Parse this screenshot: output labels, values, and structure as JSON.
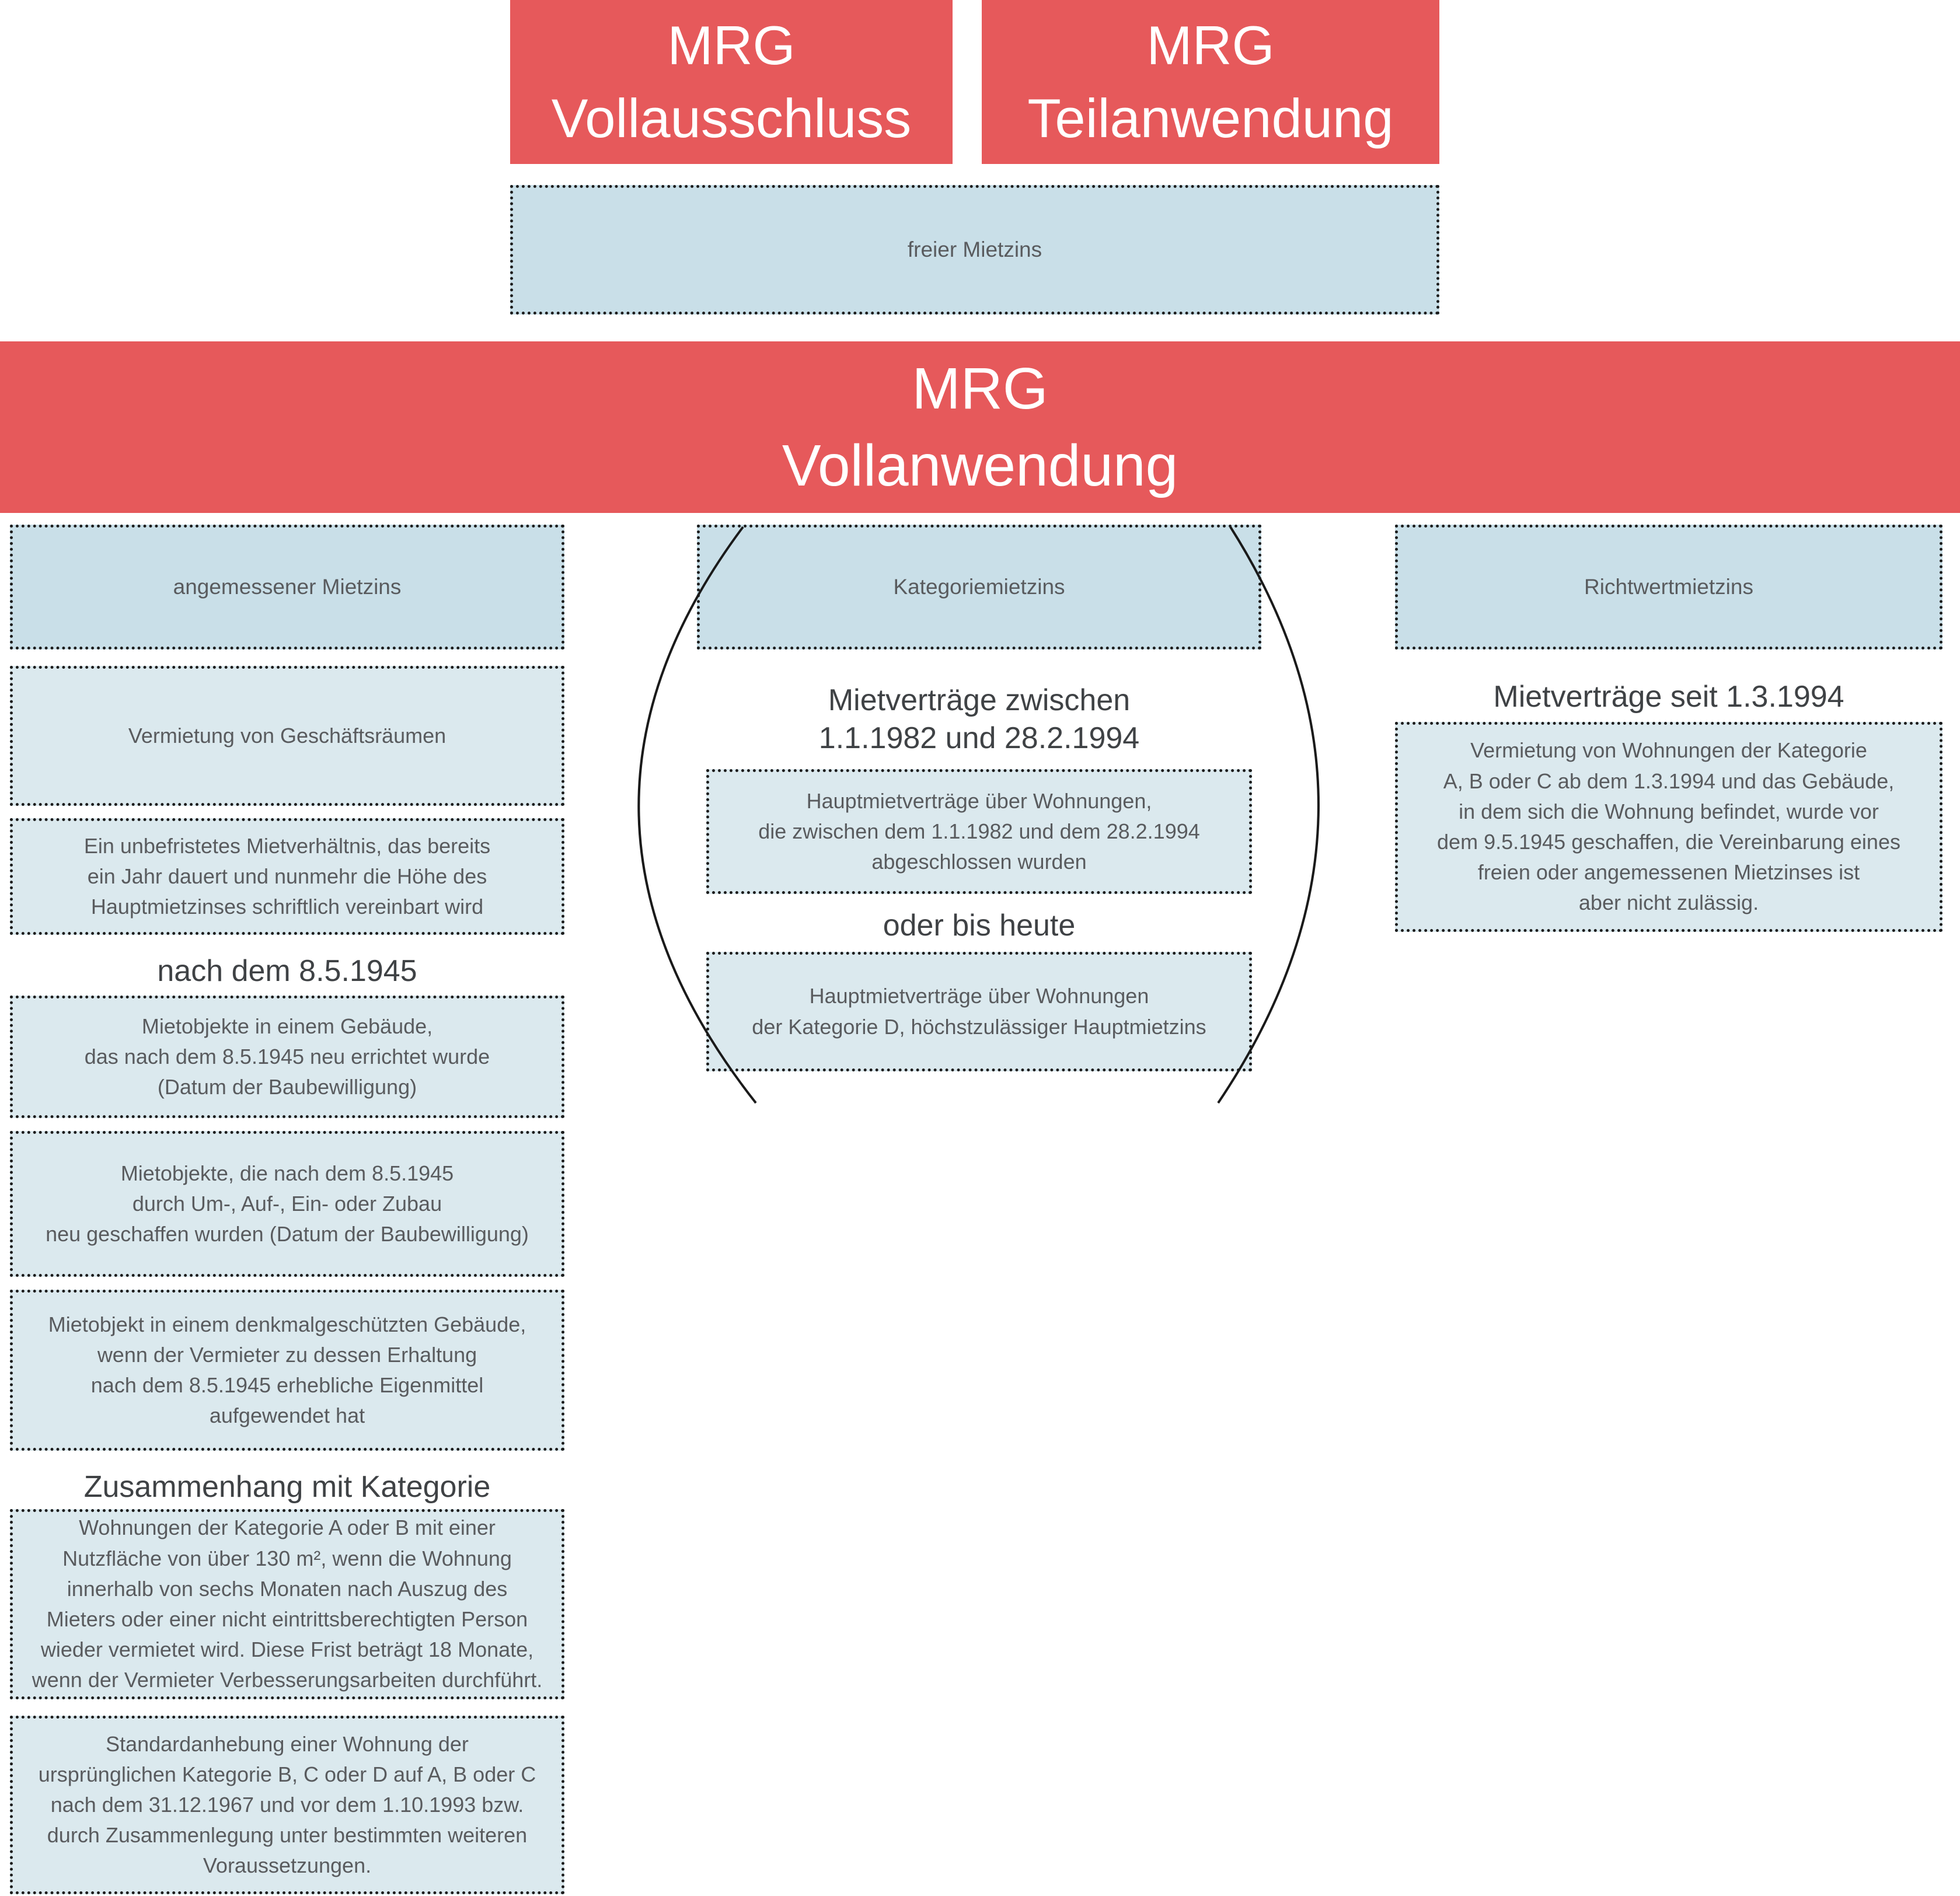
{
  "colors": {
    "red": "#e6595b",
    "blue-header": "#c9dfe8",
    "blue-content": "#dbe9ee",
    "ink": "#1c1c1c",
    "text": "#595b5e"
  },
  "top": {
    "vollausschluss": "MRG\nVollausschluss",
    "teilanwendung": "MRG\nTeilanwendung",
    "freier_mietzins": "freier Mietzins"
  },
  "banner": {
    "vollanwendung": "MRG\nVollanwendung"
  },
  "left": {
    "header": "angemessener Mietzins",
    "box_geschaeftsraeume": "Vermietung von Geschäftsräumen",
    "box_unbefristet": "Ein unbefristetes Mietverhältnis, das bereits\nein Jahr dauert und nunmehr die Höhe des\nHauptmietzinses schriftlich vereinbart wird",
    "heading_1945": "nach dem 8.5.1945",
    "box_neu_errichtet": "Mietobjekte in einem Gebäude,\ndas nach dem 8.5.1945 neu errichtet wurde\n(Datum der Baubewilligung)",
    "box_zubau": "Mietobjekte, die nach dem 8.5.1945\ndurch Um-, Auf-, Ein- oder Zubau\nneu geschaffen wurden (Datum der Baubewilligung)",
    "box_denkmal": "Mietobjekt in einem denkmalgeschützten Gebäude,\nwenn der Vermieter zu dessen Erhaltung\nnach dem 8.5.1945 erhebliche Eigenmittel\naufgewendet hat",
    "heading_kategorie": "Zusammenhang mit Kategorie",
    "box_130m2": "Wohnungen der Kategorie A oder B mit einer\nNutzfläche von über 130 m², wenn die Wohnung\ninnerhalb von sechs Monaten nach Auszug des\nMieters oder einer nicht eintrittsberechtigten Person\nwieder vermietet wird. Diese Frist beträgt 18 Monate,\nwenn der Vermieter Verbesserungsarbeiten durchführt.",
    "box_standardanhebung": "Standardanhebung einer Wohnung der\nursprünglichen Kategorie B, C oder D auf A, B oder C\nnach dem 31.12.1967 und vor dem 1.10.1993 bzw.\ndurch Zusammenlegung unter bestimmten weiteren\nVoraussetzungen."
  },
  "middle": {
    "header": "Kategoriemietzins",
    "heading_zeitraum": "Mietverträge zwischen\n1.1.1982 und 28.2.1994",
    "box_hauptmietvertraege": "Hauptmietverträge über Wohnungen,\ndie zwischen dem 1.1.1982 und dem 28.2.1994\nabgeschlossen wurden",
    "heading_oder": "oder bis heute",
    "box_kategorie_d": "Hauptmietverträge über Wohnungen\nder Kategorie D, höchstzulässiger Hauptmietzins"
  },
  "right": {
    "header": "Richtwertmietzins",
    "heading_seit": "Mietverträge seit 1.3.1994",
    "box_richtwert": "Vermietung von Wohnungen der Kategorie\nA, B oder C ab dem 1.3.1994 und das Gebäude,\nin dem sich die Wohnung befindet, wurde vor\ndem 9.5.1945 geschaffen, die Vereinbarung eines\nfreien oder angemessenen Mietzinses ist\naber nicht zulässig."
  }
}
